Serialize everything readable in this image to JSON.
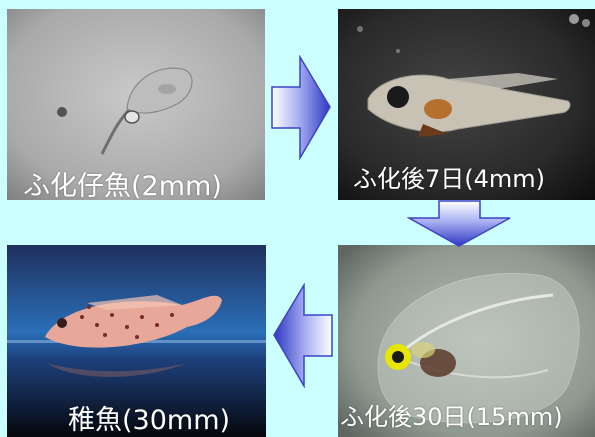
{
  "stages": [
    {
      "id": "hatchling",
      "caption": "ふ化仔魚(2mm)"
    },
    {
      "id": "day7",
      "caption": "ふ化後7日(4mm)"
    },
    {
      "id": "day30",
      "caption": "ふ化後30日(15mm)"
    },
    {
      "id": "juvenile",
      "caption": "稚魚(30mm)"
    }
  ],
  "colors": {
    "background": "#ccffff",
    "arrow_light": "#e8ecff",
    "arrow_dark": "#3b43c9",
    "caption_text": "#ffffff"
  },
  "icons": {
    "flow_arrows": [
      "arrow-right-icon",
      "arrow-down-icon",
      "arrow-left-icon"
    ]
  }
}
